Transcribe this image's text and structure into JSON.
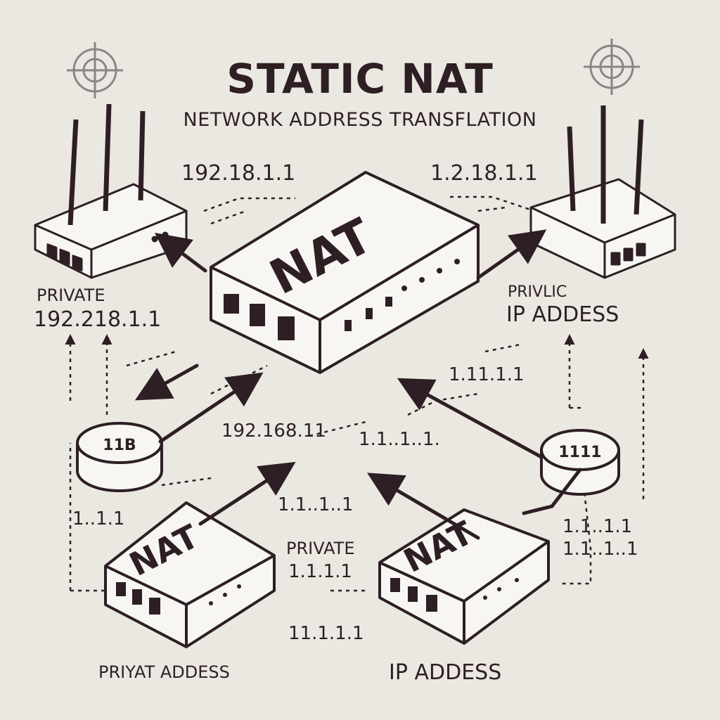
{
  "title": "STATIC NAT",
  "subtitle": "NETWORK ADDRESS TRANSFLATION",
  "devices": {
    "main_nat": "NAT",
    "bottom_left_nat": "NAT",
    "bottom_right_nat": "NAT",
    "left_node": "11B",
    "right_node": "1111"
  },
  "labels": {
    "top_left_ip": "192.18.1.1",
    "top_right_ip": "1.2.18.1.1",
    "left_private": "PRIVATE",
    "left_private_ip": "192.218.1.1",
    "right_public": "PRIVLIC",
    "right_ip_address": "IP ADDESS",
    "right_mid_ip": "1.11.1.1",
    "center_left_ip": "192.168.11",
    "center_right_ip": "1.1..1..1.",
    "left_low_ip": "1..1.1",
    "center_mid_ip": "1.1..1..1",
    "center_private": "PRIVATE",
    "center_private_ip": "1.1.1.1",
    "right_low_ip_1": "1.1..1.1",
    "right_low_ip_2": "1.1..1..1",
    "bottom_center_ip": "11.1.1.1",
    "bottom_left_addr": "PRIYAT ADDESS",
    "bottom_right_addr": "IP ADDESS"
  },
  "colors": {
    "background": "#ebe8e2",
    "ink": "#2e1f24",
    "device_fill": "#f7f6f3",
    "target_icon": "#8a8686"
  }
}
